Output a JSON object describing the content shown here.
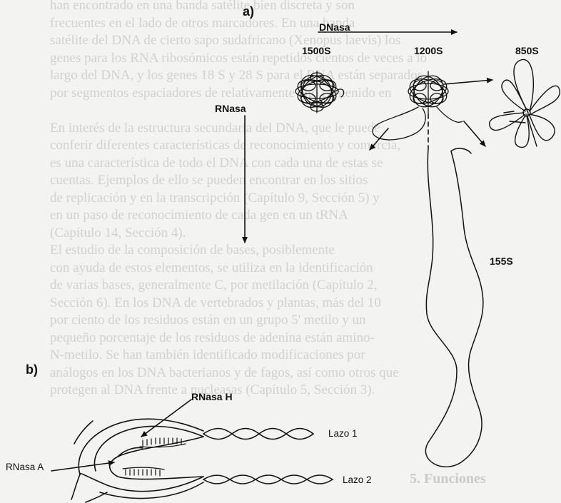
{
  "panels": {
    "a": "a)",
    "b": "b)"
  },
  "labels": {
    "dnasa": "DNasa",
    "rnasa": "RNasa",
    "s1500": "1500S",
    "s1200": "1200S",
    "s850": "850S",
    "s155": "155S",
    "rnasa_h": "RNasa H",
    "rnasa_a": "RNasa A",
    "lazo1": "Lazo 1",
    "lazo2": "Lazo 2"
  },
  "background_text": {
    "lines": [
      "han encontrado en una banda satélite bien discreta y son",
      "frecuentes en el lado de otros marcadores. En una banda",
      "satélite del DNA de cierto sapo sudafricano (Xenopus laevis) los",
      "genes para los RNA ribosómicos están repetidos cientos de veces a lo",
      "largo del DNA, y los genes 18 S y 28 S para el RNA están separados",
      "por segmentos espaciadores de relativamente alto contenido en",
      "",
      "En interés de la estructura secundaria del DNA, que le puede",
      "conferir diferentes características de reconocimiento y comercia,",
      "es una característica de todo el DNA con cada una de estas se",
      "cuentas. Ejemplos de ello se pueden encontrar en los sitios",
      "de replicación y en la transcripción (Capítulo 9, Sección 5) y",
      "en un paso de reconocimiento de cada gen en un tRNA",
      "(Capítulo 14, Sección 4).",
      "El estudio de la composición de bases, posiblemente",
      "con ayuda de estos elementos, se utiliza en la identificación",
      "de varias bases, generalmente C, por metilación (Capítulo 2,",
      "Sección 6). En los DNA de vertebrados y plantas, más del 10",
      "por ciento de los residuos están en un grupo 5' metilo y un",
      "pequeño porcentaje de los residuos de adenina están amino-",
      "N-metilo. Se han también identificado modificaciones por",
      "análogos en los DNA bacterianos y de fagos, así como otros que",
      "protegen al DNA frente a nucleasas (Capítulo 5, Sección 3)."
    ],
    "section_heading": "5. Funciones"
  }
}
